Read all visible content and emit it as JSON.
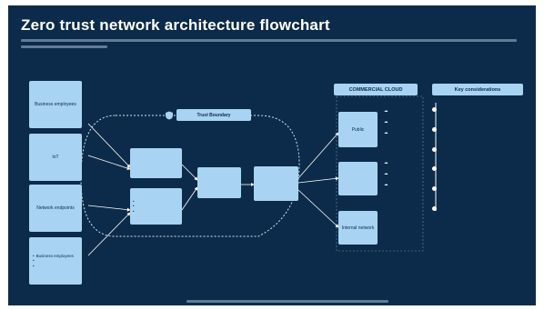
{
  "title": "Zero trust network architecture flowchart",
  "description": "",
  "trust_boundary": "Trust Boundary",
  "left_boxes": [
    "Business employees",
    "IoT",
    "Network endpoints"
  ],
  "left_bullets": [
    "Business employees",
    "",
    ""
  ],
  "process": {
    "top": "",
    "bottom_items": [
      "",
      "",
      ""
    ],
    "middle": "",
    "right": ""
  },
  "commercial_cloud": {
    "header": "COMMERCIAL CLOUD",
    "boxes": [
      "Public",
      "",
      "Internal network"
    ],
    "public_items": [
      "",
      "",
      ""
    ],
    "middle_items": [
      "",
      "",
      ""
    ]
  },
  "key_considerations": {
    "header": "Key considerations",
    "items": [
      "",
      "",
      "",
      "",
      "",
      ""
    ]
  },
  "footer": "",
  "colors": {
    "background": "#0c2b4a",
    "box": "#a9d3f2",
    "text": "#ffffff"
  }
}
